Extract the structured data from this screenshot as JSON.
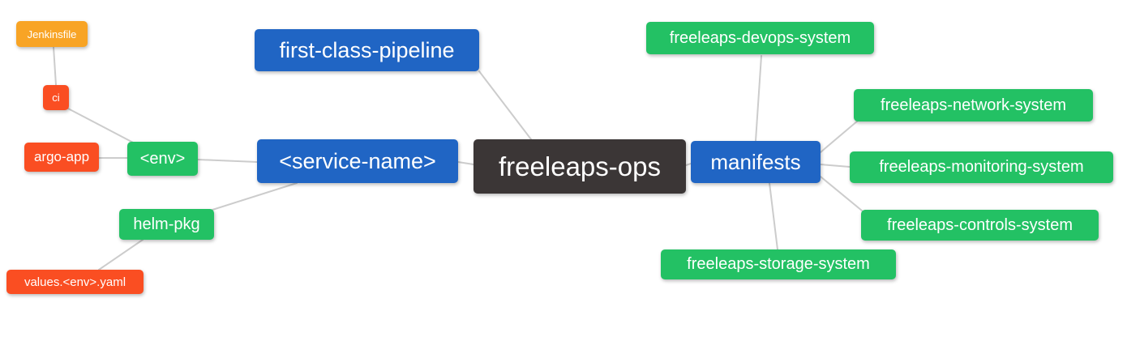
{
  "diagram": {
    "type": "mindmap",
    "root": "freeleaps-ops",
    "background": "#ffffff",
    "edge_color": "#cccccc"
  },
  "colors": {
    "blue": "#2065c4",
    "green": "#23c164",
    "red": "#fa4e22",
    "orange": "#f8a425",
    "dark": "#3b3636",
    "text": "#ffffff"
  },
  "nodes": {
    "jenkinsfile": {
      "label": "Jenkinsfile",
      "color": "orange"
    },
    "ci": {
      "label": "ci",
      "color": "red"
    },
    "argo_app": {
      "label": "argo-app",
      "color": "red"
    },
    "env": {
      "label": "<env>",
      "color": "green"
    },
    "helm_pkg": {
      "label": "helm-pkg",
      "color": "green"
    },
    "values_env_yaml": {
      "label": "values.<env>.yaml",
      "color": "red"
    },
    "first_class_pipeline": {
      "label": "first-class-pipeline",
      "color": "blue"
    },
    "service_name": {
      "label": "<service-name>",
      "color": "blue"
    },
    "freeleaps_ops": {
      "label": "freeleaps-ops",
      "color": "dark"
    },
    "manifests": {
      "label": "manifests",
      "color": "blue"
    },
    "devops_system": {
      "label": "freeleaps-devops-system",
      "color": "green"
    },
    "network_system": {
      "label": "freeleaps-network-system",
      "color": "green"
    },
    "monitoring_system": {
      "label": "freeleaps-monitoring-system",
      "color": "green"
    },
    "controls_system": {
      "label": "freeleaps-controls-system",
      "color": "green"
    },
    "storage_system": {
      "label": "freeleaps-storage-system",
      "color": "green"
    }
  },
  "edges": [
    {
      "from": "jenkinsfile",
      "to": "ci"
    },
    {
      "from": "ci",
      "to": "env"
    },
    {
      "from": "argo_app",
      "to": "env"
    },
    {
      "from": "env",
      "to": "service_name"
    },
    {
      "from": "helm_pkg",
      "to": "service_name"
    },
    {
      "from": "values_env_yaml",
      "to": "helm_pkg"
    },
    {
      "from": "first_class_pipeline",
      "to": "freeleaps_ops"
    },
    {
      "from": "service_name",
      "to": "freeleaps_ops"
    },
    {
      "from": "freeleaps_ops",
      "to": "manifests"
    },
    {
      "from": "devops_system",
      "to": "manifests"
    },
    {
      "from": "manifests",
      "to": "network_system"
    },
    {
      "from": "manifests",
      "to": "monitoring_system"
    },
    {
      "from": "manifests",
      "to": "controls_system"
    },
    {
      "from": "manifests",
      "to": "storage_system"
    }
  ]
}
